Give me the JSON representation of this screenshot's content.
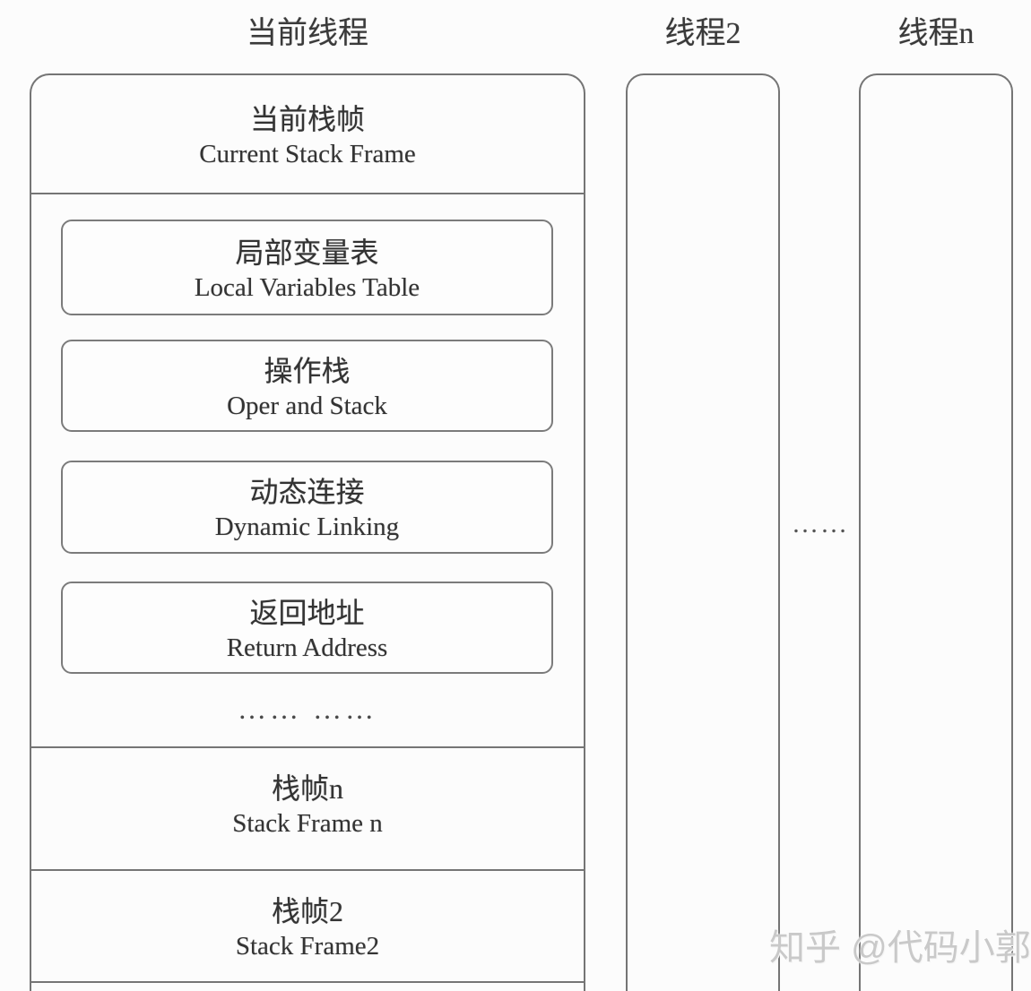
{
  "page": {
    "background": "#fcfcfc",
    "line_color": "#757575",
    "text_color": "#343434",
    "watermark_color": "#c9c9c9"
  },
  "threads": {
    "current": {
      "title": "当前线程",
      "current_frame": {
        "label_zh": "当前栈帧",
        "label_en": "Current Stack Frame"
      },
      "frame_parts": [
        {
          "label_zh": "局部变量表",
          "label_en": "Local Variables Table"
        },
        {
          "label_zh": "操作栈",
          "label_en": "Oper and Stack"
        },
        {
          "label_zh": "动态连接",
          "label_en": "Dynamic Linking"
        },
        {
          "label_zh": "返回地址",
          "label_en": "Return Address"
        }
      ],
      "frame_ellipsis": "…… ……",
      "other_frames": [
        {
          "label_zh": "栈帧n",
          "label_en": "Stack Frame n"
        },
        {
          "label_zh": "栈帧2",
          "label_en": "Stack Frame2"
        }
      ]
    },
    "thread2": {
      "title": "线程2"
    },
    "thread_n": {
      "title": "线程n"
    },
    "between_ellipsis": "……"
  },
  "watermark": "知乎 @代码小郭"
}
